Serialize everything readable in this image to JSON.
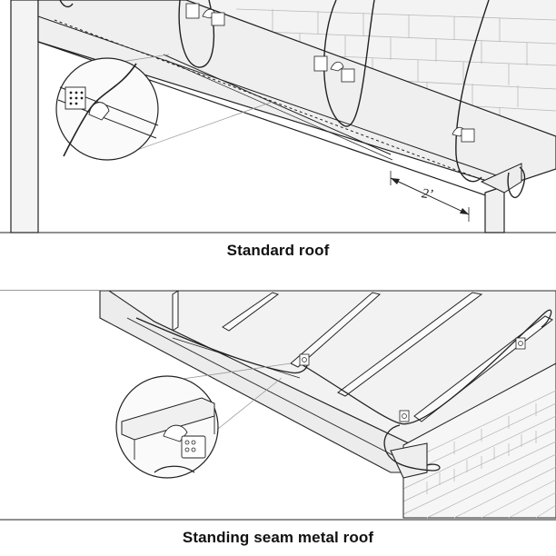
{
  "figure": {
    "panels": [
      {
        "caption": "Standard roof",
        "spacing_label": "2’",
        "icons": [
          "roof-clip-icon",
          "roof-clip-icon",
          "roof-clip-icon"
        ]
      },
      {
        "caption": "Standing seam metal roof",
        "icons": [
          "seam-clip-icon",
          "seam-clip-icon",
          "seam-clip-icon"
        ]
      }
    ]
  },
  "colors": {
    "line": "#222222",
    "roof_fill": "#f0f0f0",
    "wall_fill": "#f7f7f7",
    "divider": "#9a9a9a"
  }
}
